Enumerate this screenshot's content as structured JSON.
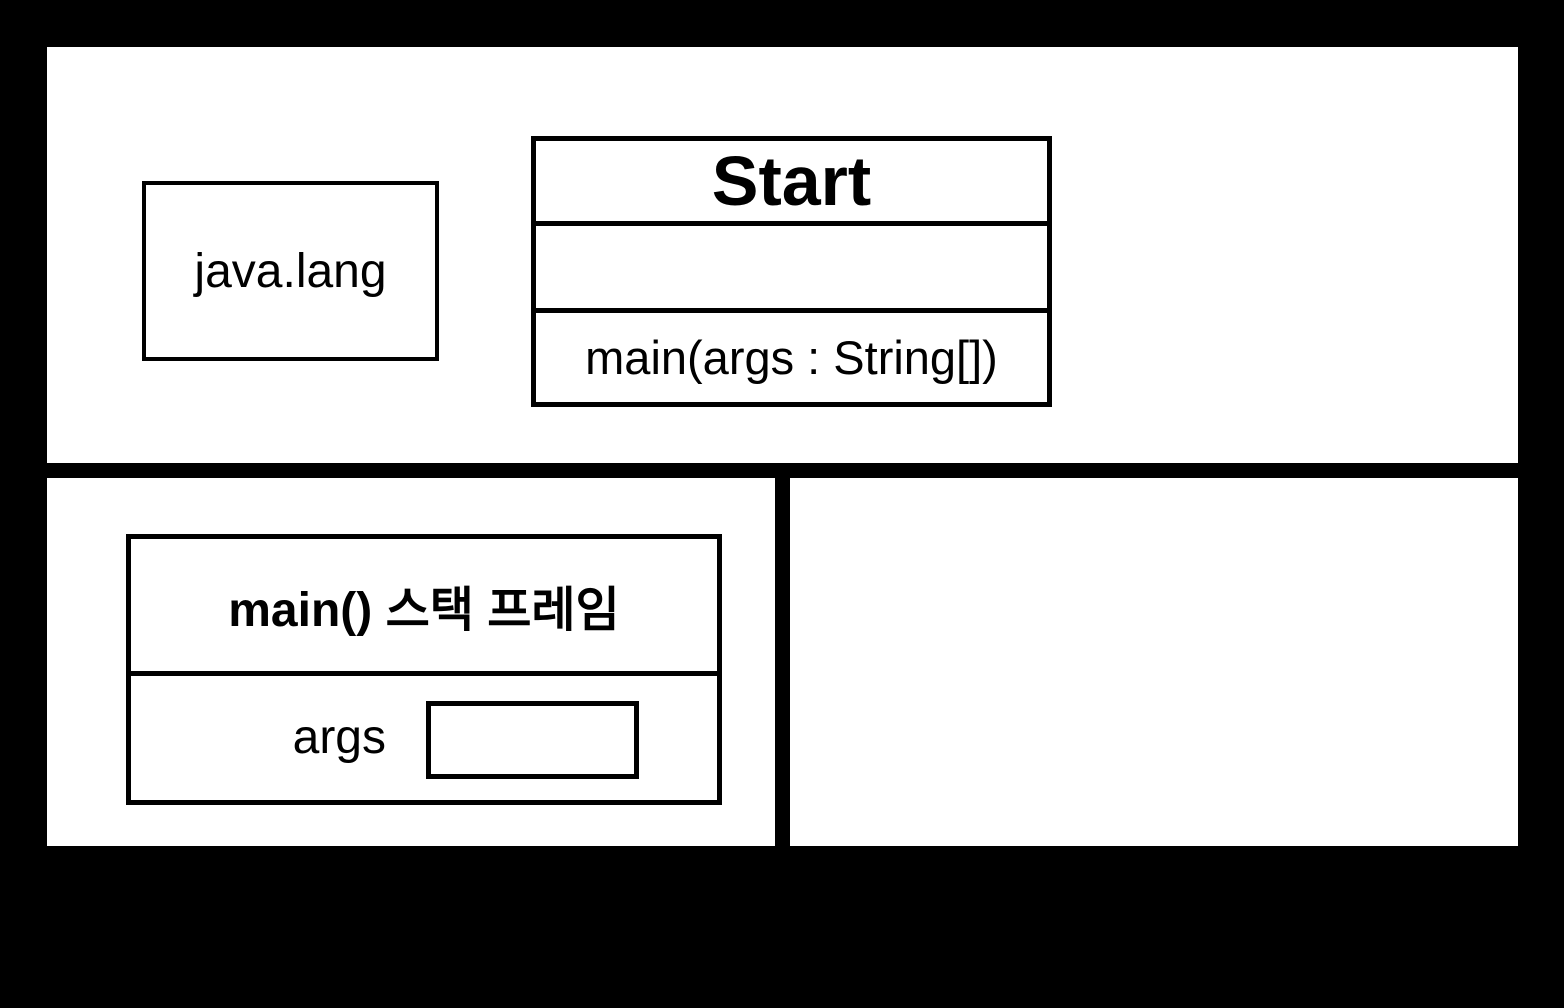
{
  "diagram": {
    "background_color": "#000000",
    "panel_color": "#ffffff",
    "line_color": "#000000",
    "top_panel": {
      "package_box": {
        "label": "java.lang"
      },
      "class_box": {
        "title": "Start",
        "attributes_compartment": "",
        "methods_compartment": "main(args : String[])"
      }
    },
    "bottom_left_panel": {
      "stack_frame_box": {
        "title": "main() 스택 프레임",
        "variable": {
          "name": "args",
          "value": ""
        }
      }
    },
    "bottom_right_panel": {}
  }
}
